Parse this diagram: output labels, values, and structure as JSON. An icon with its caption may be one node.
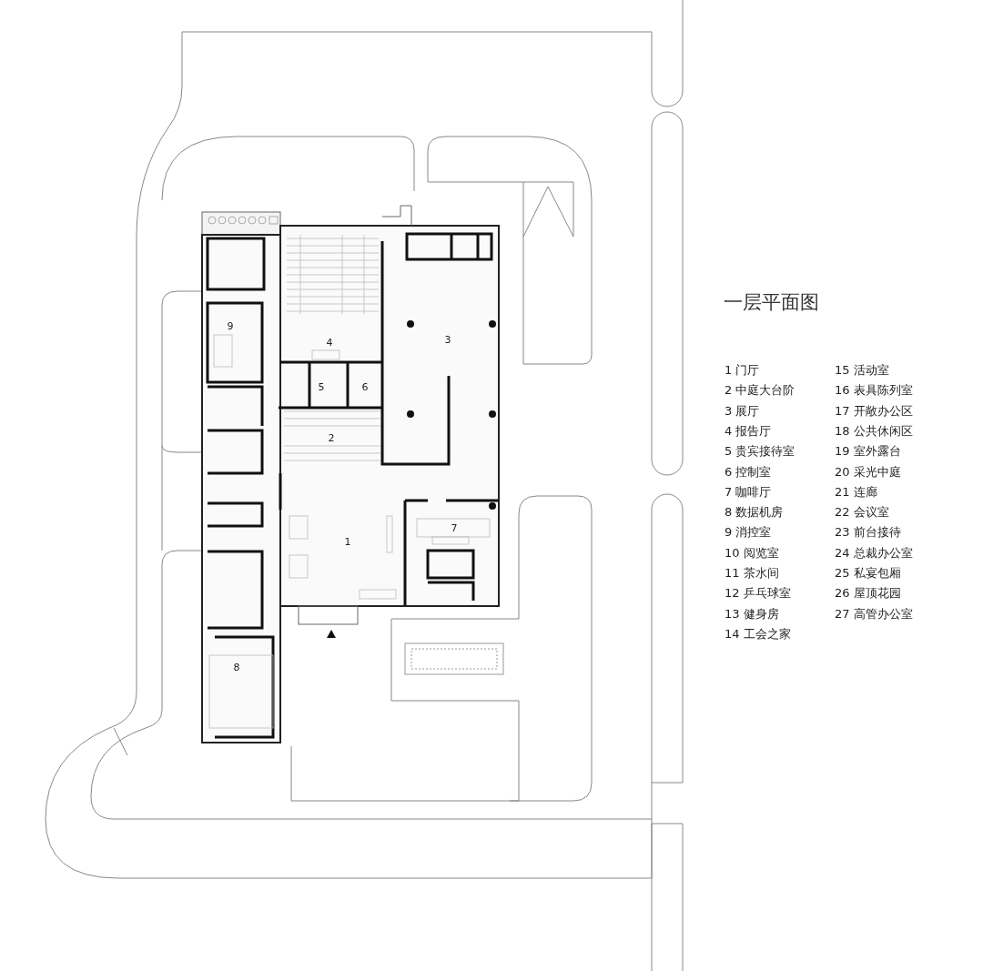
{
  "diagram": {
    "title": "一层平面图",
    "labels": [
      "9",
      "4",
      "3",
      "5",
      "6",
      "2",
      "7",
      "1",
      "8",
      "1 门厅",
      "2 中庭大台阶",
      "3 展厅",
      "4 报告厅",
      "5 贵宾接待室",
      "6 控制室",
      "7 咖啡厅",
      "8 数据机房",
      "9 消控室",
      "10 阅览室",
      "11 茶水间",
      "12 乒乓球室",
      "13 健身房",
      "14 工会之家",
      "15 活动室",
      "16 表具陈列室",
      "17 开敞办公区",
      "18 公共休闲区",
      "19 室外露台",
      "20 采光中庭",
      "21 连廊",
      "22 会议室",
      "23 前台接待",
      "24 总裁办公室",
      "25 私宴包厢",
      "26 屋顶花园",
      "27 高管办公室"
    ]
  }
}
